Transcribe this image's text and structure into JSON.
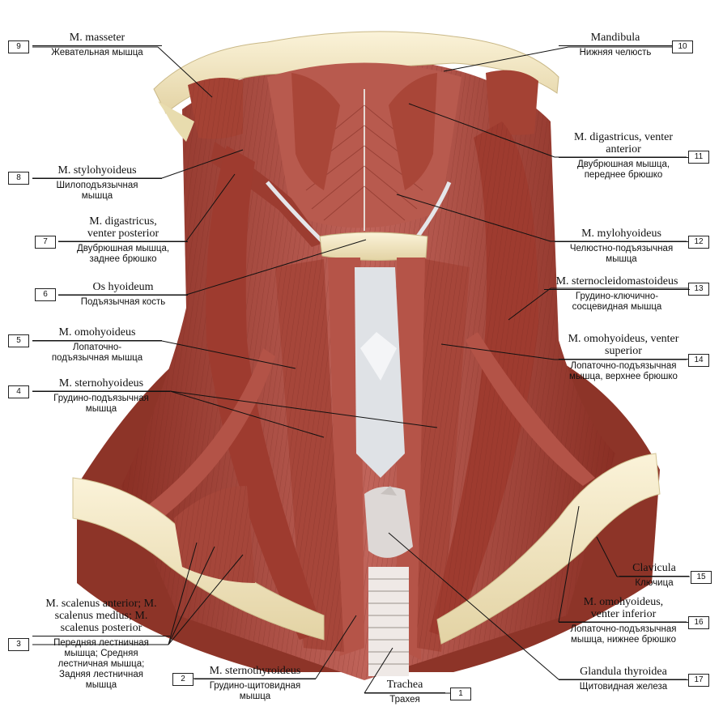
{
  "labels": [
    {
      "num": "1",
      "latin": "Trachea",
      "russian": "Трахея"
    },
    {
      "num": "2",
      "latin": "M. sternothyroideus",
      "russian": "Грудино-щитовидная мышца"
    },
    {
      "num": "3",
      "latin": "M. scalenus anterior; M. scalenus medius; M. scalenus posterior",
      "russian": "Передняя лестничная мышца; Средняя лестничная мышца; Задняя лестничная мышца"
    },
    {
      "num": "4",
      "latin": "M. sternohyoideus",
      "russian": "Грудино-подъязычная мышца"
    },
    {
      "num": "5",
      "latin": "M. omohyoideus",
      "russian": "Лопаточно-подъязычная мышца"
    },
    {
      "num": "6",
      "latin": "Os hyoideum",
      "russian": "Подъязычная кость"
    },
    {
      "num": "7",
      "latin": "M. digastricus, venter posterior",
      "russian": "Двубрюшная мышца, заднее брюшко"
    },
    {
      "num": "8",
      "latin": "M. stylohyoideus",
      "russian": "Шилоподъязычная мышца"
    },
    {
      "num": "9",
      "latin": "M. masseter",
      "russian": "Жевательная мышца"
    },
    {
      "num": "10",
      "latin": "Mandibula",
      "russian": "Нижняя челюсть"
    },
    {
      "num": "11",
      "latin": "M. digastricus, venter anterior",
      "russian": "Двубрюшная мышца, переднее брюшко"
    },
    {
      "num": "12",
      "latin": "M. mylohyoideus",
      "russian": "Челюстно-подъязычная мышца"
    },
    {
      "num": "13",
      "latin": "M. sternocleidomastoideus",
      "russian": "Грудино-ключично-сосцевидная мышца"
    },
    {
      "num": "14",
      "latin": "M. omohyoideus, venter superior",
      "russian": "Лопаточно-подъязычная мышца, верхнее брюшко"
    },
    {
      "num": "15",
      "latin": "Clavicula",
      "russian": "Ключица"
    },
    {
      "num": "16",
      "latin": "M. omohyoideus, venter inferior",
      "russian": "Лопаточно-подъязычная мышца, нижнее брюшко"
    },
    {
      "num": "17",
      "latin": "Glandula thyroidea",
      "russian": "Щитовидная железа"
    }
  ],
  "colors": {
    "muscle_dark": "#8a2f24",
    "muscle": "#b5554a",
    "muscle_light": "#d48a7c",
    "bone": "#f1e6c2",
    "tendon": "#dcdde0",
    "trachea": "#efe9e6",
    "leader_line": "#111111"
  }
}
